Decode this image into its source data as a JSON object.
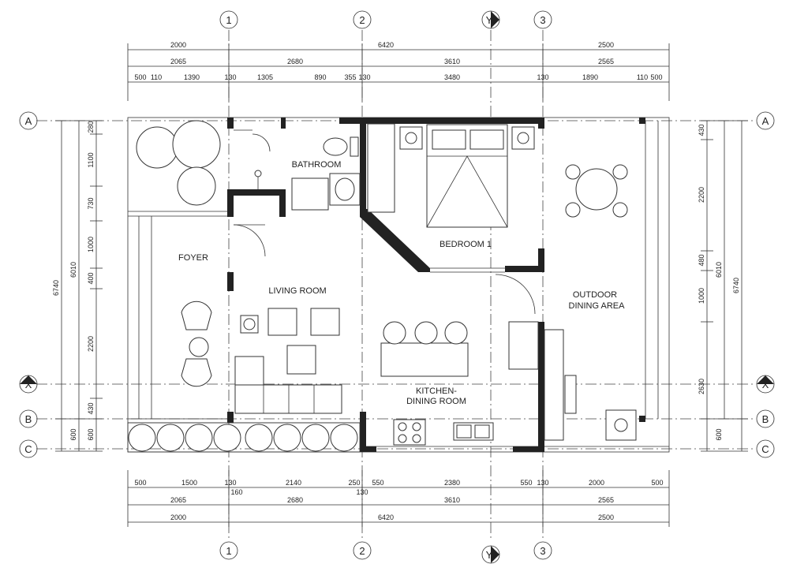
{
  "grid": {
    "cols": [
      "1",
      "2",
      "3"
    ],
    "col_mid": "Y",
    "rows": [
      "A",
      "B",
      "C"
    ],
    "row_mid": "X"
  },
  "rooms": {
    "bathroom": "BATHROOM",
    "bedroom": "BEDROOM 1",
    "foyer": "FOYER",
    "living": "LIVING ROOM",
    "outdoor_1": "OUTDOOR",
    "outdoor_2": "DINING AREA",
    "kitchen_1": "KITCHEN-",
    "kitchen_2": "DINING ROOM"
  },
  "dims": {
    "top_row1": [
      "2000",
      "6420",
      "2500"
    ],
    "top_row2": [
      "2065",
      "2680",
      "3610",
      "2565"
    ],
    "top_row3": [
      "500",
      "110",
      "1390",
      "130",
      "1305",
      "890",
      "355",
      "130",
      "3480",
      "130",
      "1890",
      "110",
      "500"
    ],
    "bot_row1": [
      "500",
      "1500",
      "130",
      "2140",
      "250",
      "550",
      "2380",
      "550",
      "130",
      "2000",
      "500"
    ],
    "bot_row1b": [
      "160",
      "130"
    ],
    "bot_row2": [
      "2065",
      "2680",
      "3610",
      "2565"
    ],
    "bot_row3": [
      "2000",
      "6420",
      "2500"
    ],
    "left_total": "6740",
    "left_sub": "6010",
    "left_parts": [
      "280",
      "1100",
      "730",
      "1000",
      "400",
      "2200",
      "430"
    ],
    "left_lower": [
      "600",
      "600"
    ],
    "right_total": "6740",
    "right_sub": "6010",
    "right_parts": [
      "430",
      "2200",
      "480",
      "1000",
      "2630"
    ],
    "right_lower": "600"
  }
}
